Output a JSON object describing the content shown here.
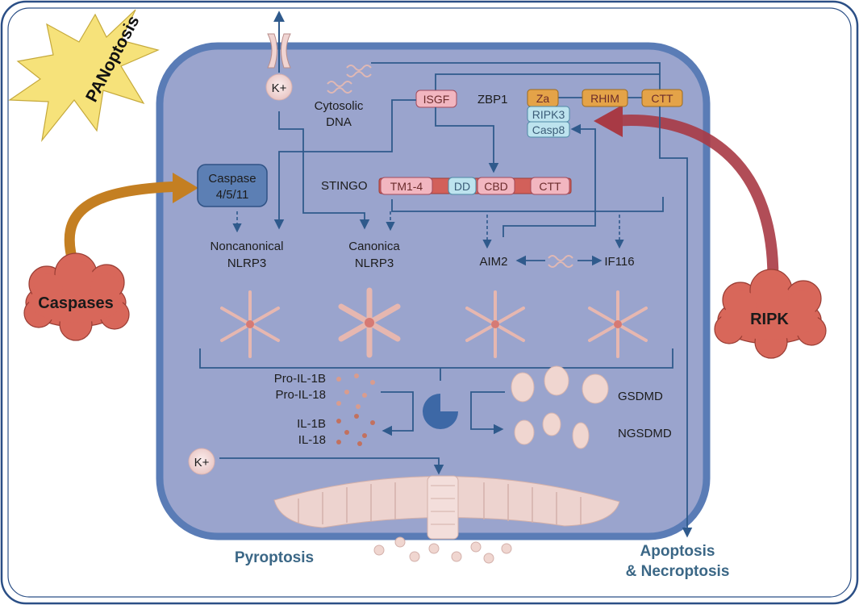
{
  "labels": {
    "panoptosis": "PANoptosis",
    "caspases_cloud": "Caspases",
    "ripk_cloud": "RIPK",
    "k_plus_top": "K+",
    "k_plus_bottom": "K+",
    "cytosolic_dna_line1": "Cytosolic",
    "cytosolic_dna_line2": "DNA",
    "zbp1": "ZBP1",
    "stingo": "STINGO",
    "caspase_box_line1": "Caspase",
    "caspase_box_line2": "4/5/11",
    "noncanonical_line1": "Noncanonical",
    "noncanonical_line2": "NLRP3",
    "canonical_line1": "Canonica",
    "canonical_line2": "NLRP3",
    "aim2": "AIM2",
    "if116": "IF116",
    "pro_il1b": "Pro-IL-1B",
    "pro_il18": "Pro-IL-18",
    "il1b": "IL-1B",
    "il18": "IL-18",
    "gsdmd": "GSDMD",
    "ngsdmd": "NGSDMD",
    "pyroptosis": "Pyroptosis",
    "apoptosis_line1": "Apoptosis",
    "apoptosis_line2": "& Necroptosis"
  },
  "zbp1_domains": {
    "isgf": "ISGF",
    "za": "Za",
    "rhim": "RHIM",
    "ctt": "CTT",
    "ripk3": "RIPK3",
    "casp8": "Casp8"
  },
  "sting_domains": {
    "tm": "TM1-4",
    "dd": "DD",
    "cbd": "CBD",
    "ctt": "CTT"
  },
  "colors": {
    "cell_fill": "#9aa4cd",
    "cell_border": "#5a7cb6",
    "arrow_blue": "#2f5a8c",
    "caspase_arrow": "#c47f22",
    "ripk_arrow": "#a83a45",
    "cloud_red": "#d8675a",
    "star_yellow": "#f6e27a",
    "title_blue": "#3b6786"
  }
}
